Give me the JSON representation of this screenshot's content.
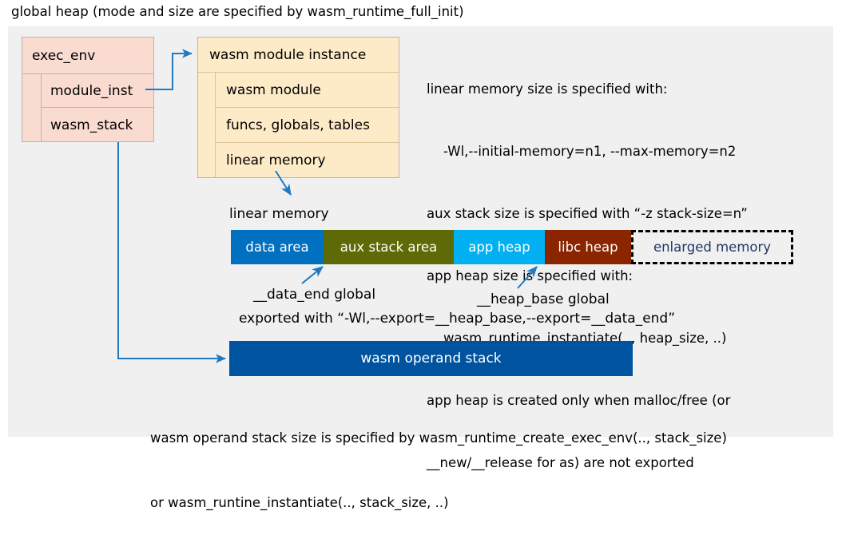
{
  "title": "global heap (mode and size are specified by wasm_runtime_full_init)",
  "colors": {
    "panel_bg": "#f0f0f0",
    "exec_env_fill": "#fadbd0",
    "module_instance_fill": "#fdebc8",
    "data_area": "#0070c0",
    "aux_stack_area": "#5e6a06",
    "app_heap": "#00b0f0",
    "libc_heap": "#8b2500",
    "enlarged_memory_text": "#1f3864",
    "operand_stack": "#00549f",
    "connector": "#1f7ac4"
  },
  "exec_env": {
    "name": "exec_env",
    "fields": [
      {
        "label": "module_inst"
      },
      {
        "label": "wasm_stack"
      }
    ]
  },
  "module_instance": {
    "name": "wasm module instance",
    "fields": [
      {
        "label": "wasm module"
      },
      {
        "label": "funcs, globals, tables"
      },
      {
        "label": "linear memory"
      }
    ]
  },
  "config_notes": {
    "lines": [
      "linear memory size is specified with:",
      "    -Wl,--initial-memory=n1, --max-memory=n2",
      "aux stack size is specified with “-z stack-size=n”",
      "app heap size is specified with:",
      "    wasm_runtime_instantiate(.., heap_size, ..)",
      "app heap is created only when malloc/free (or",
      "__new/__release for as) are not exported"
    ]
  },
  "linear_memory": {
    "caption": "linear memory",
    "segments": [
      {
        "label": "data area",
        "color": "#0070c0",
        "text_color": "#ffffff"
      },
      {
        "label": "aux stack area",
        "color": "#5e6a06",
        "text_color": "#ffffff"
      },
      {
        "label": "app heap",
        "color": "#00b0f0",
        "text_color": "#ffffff"
      },
      {
        "label": "libc heap",
        "color": "#8b2500",
        "text_color": "#ffffff"
      },
      {
        "label": "enlarged memory",
        "color": "#f0f0f0",
        "text_color": "#1f3864"
      }
    ]
  },
  "annotations": {
    "data_end": "__data_end global",
    "heap_base": "__heap_base global",
    "exported_with": "exported with “-Wl,--export=__heap_base,--export=__data_end”"
  },
  "operand_stack": {
    "label": "wasm operand stack",
    "notes": [
      "wasm operand stack size is specified by wasm_runtime_create_exec_env(.., stack_size)",
      "or wasm_runtine_instantiate(.., stack_size, ..)"
    ]
  }
}
